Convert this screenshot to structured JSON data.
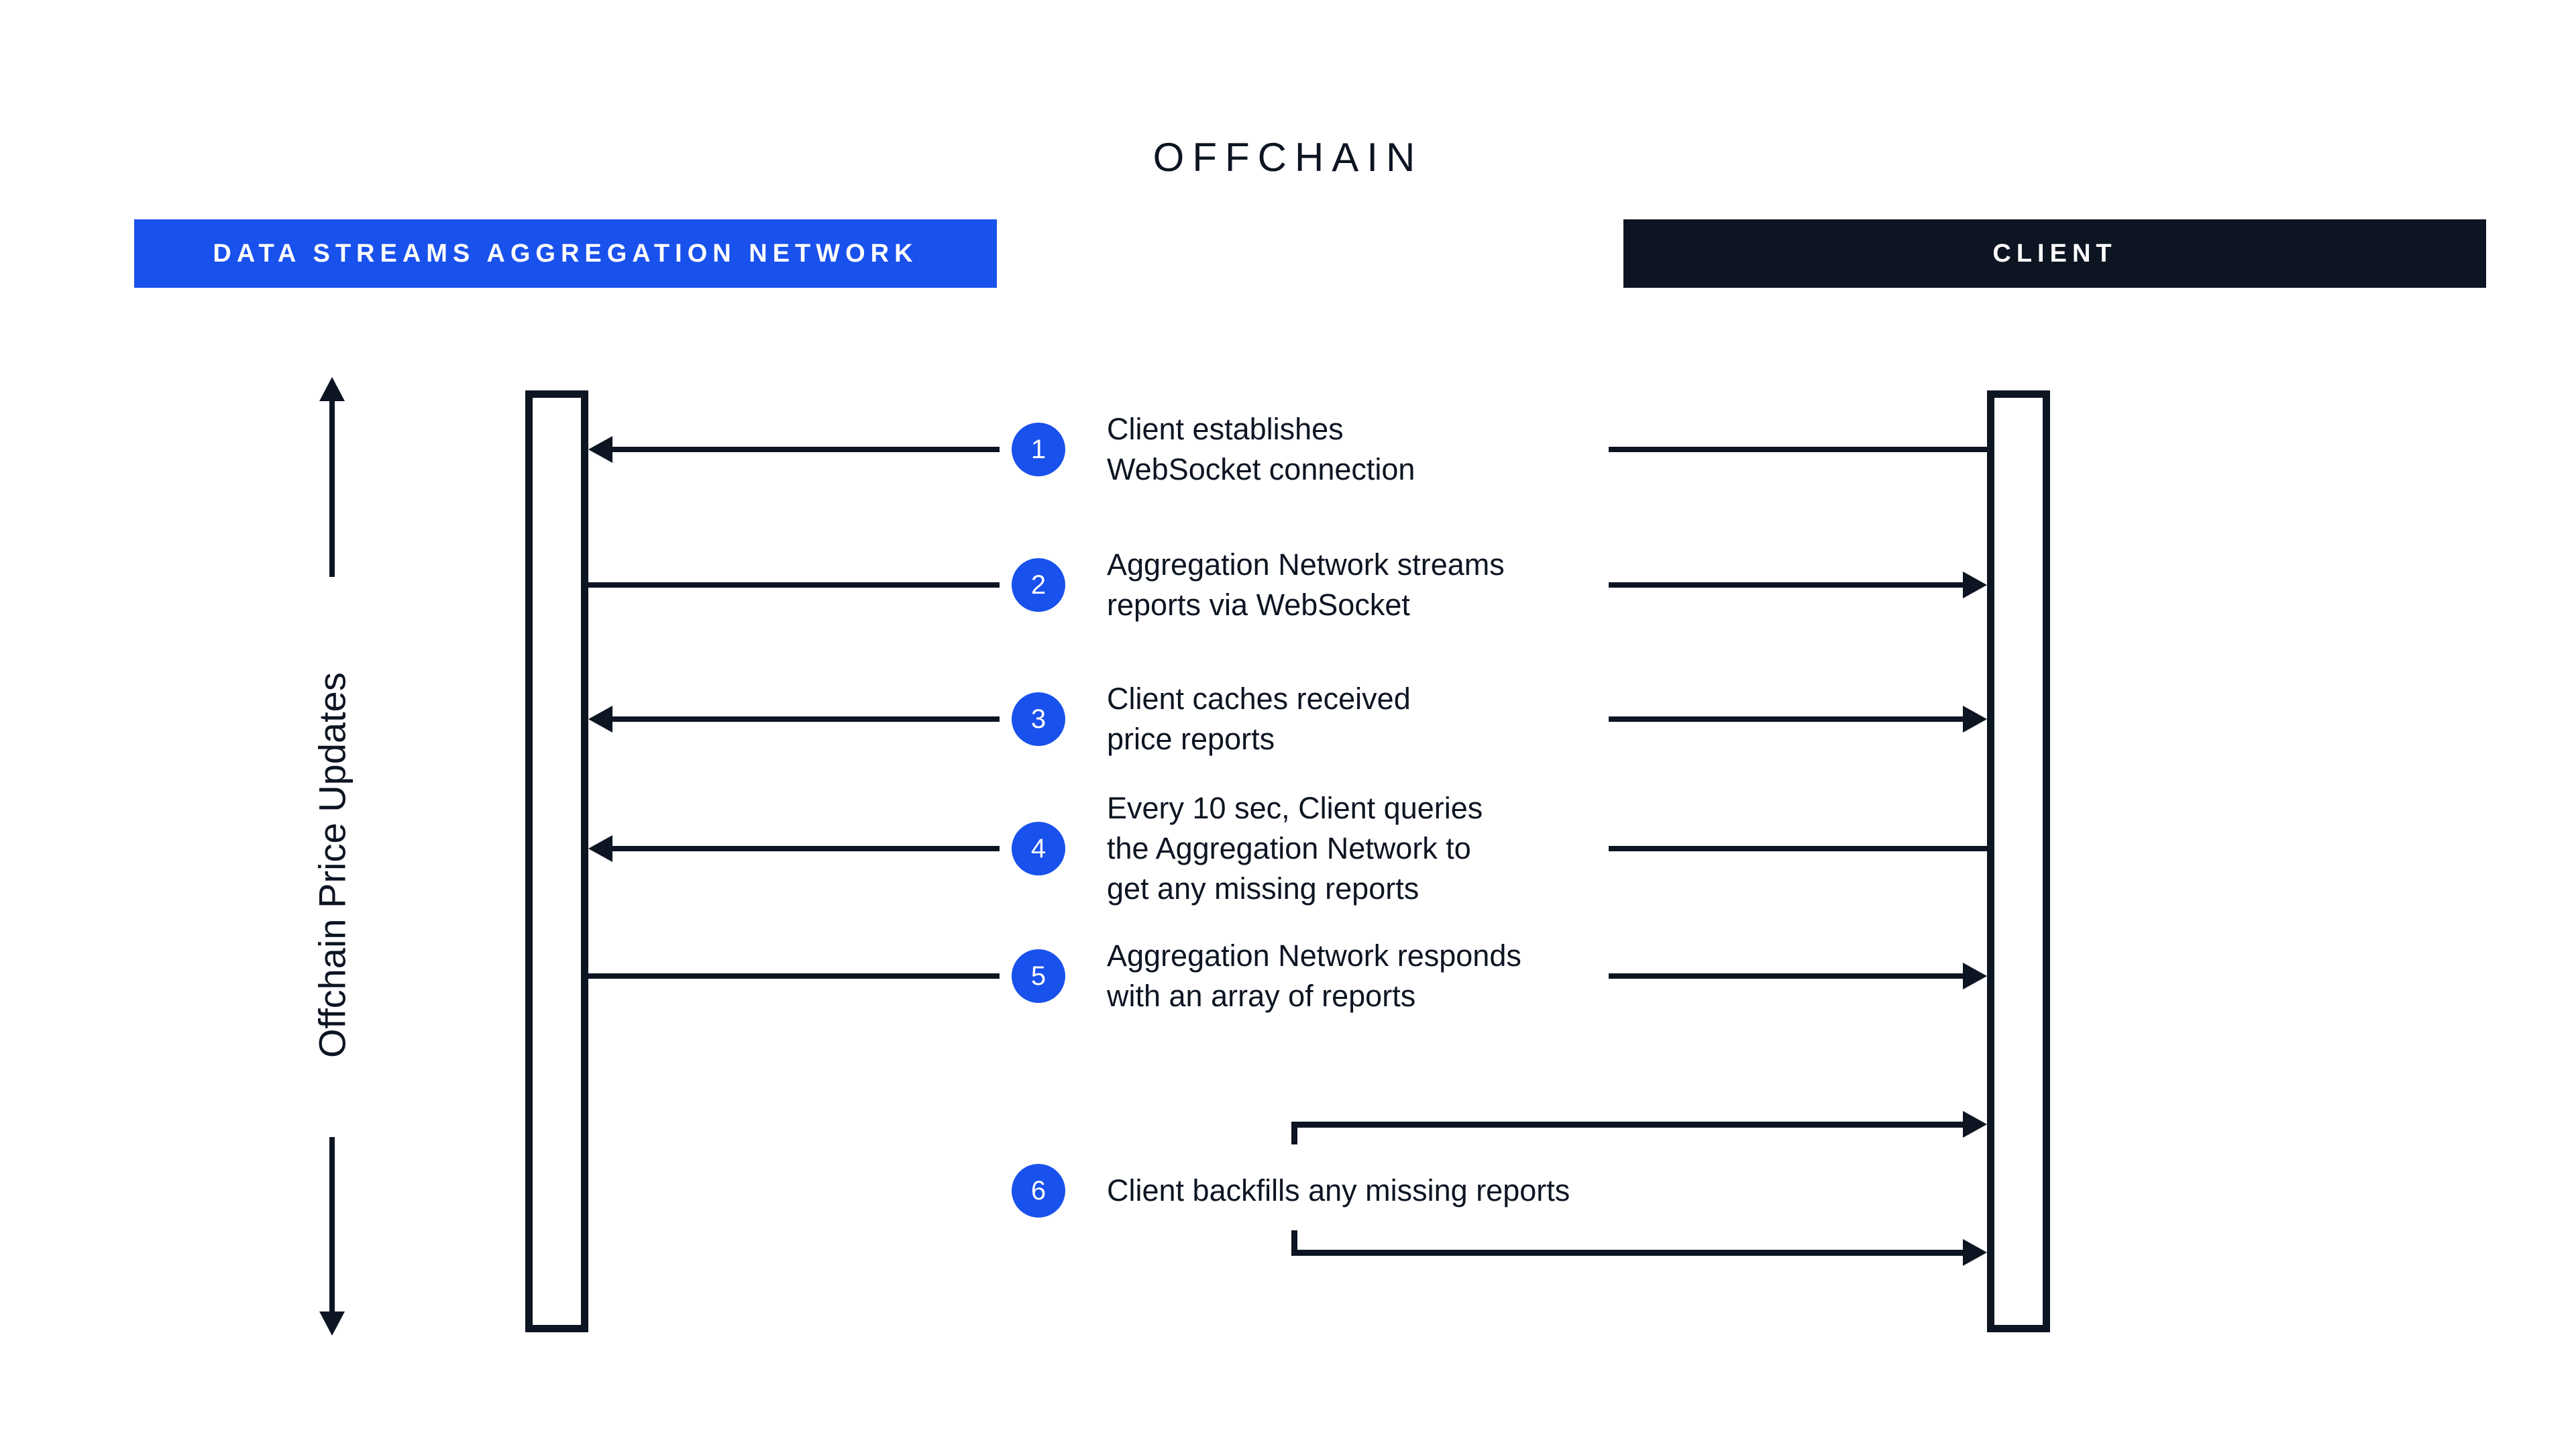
{
  "title": "OFFCHAIN",
  "colors": {
    "ink": "#0D1422",
    "accent_blue": "#1951EC",
    "background": "#FFFFFF",
    "lane_network_bg": "#1951EC",
    "lane_client_bg": "#0D1422"
  },
  "lanes": {
    "network": {
      "label": "DATA STREAMS AGGREGATION NETWORK"
    },
    "client": {
      "label": "CLIENT"
    }
  },
  "axis": {
    "label": "Offchain Price Updates"
  },
  "steps": [
    {
      "num": "1",
      "text": "Client establishes\nWebSocket connection",
      "direction": "client_to_network"
    },
    {
      "num": "2",
      "text": "Aggregation Network streams\nreports via WebSocket",
      "direction": "network_to_client"
    },
    {
      "num": "3",
      "text": "Client caches received\nprice reports",
      "direction": "both"
    },
    {
      "num": "4",
      "text": "Every 10 sec, Client queries\nthe Aggregation Network to\nget any missing reports",
      "direction": "client_to_network"
    },
    {
      "num": "5",
      "text": "Aggregation Network responds\nwith an array of reports",
      "direction": "network_to_client"
    },
    {
      "num": "6",
      "text": "Client backfills any missing reports",
      "direction": "client_self"
    }
  ]
}
